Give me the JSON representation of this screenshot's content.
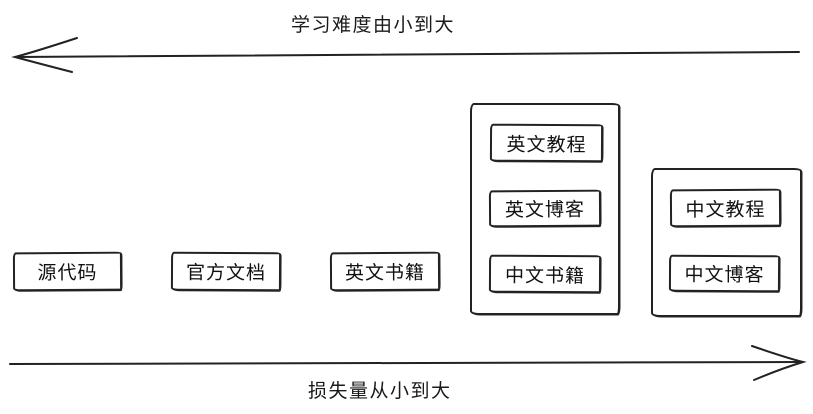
{
  "diagram": {
    "colors": {
      "stroke": "#222222",
      "background": "#ffffff",
      "text": "#111111"
    },
    "top_axis": {
      "label": "学习难度由小到大",
      "direction": "left"
    },
    "bottom_axis": {
      "label": "损失量从小到大",
      "direction": "right"
    },
    "standalone_boxes": [
      {
        "label": "源代码"
      },
      {
        "label": "官方文档"
      },
      {
        "label": "英文书籍"
      }
    ],
    "groups": [
      {
        "children": [
          {
            "label": "英文教程"
          },
          {
            "label": "英文博客"
          },
          {
            "label": "中文书籍"
          }
        ]
      },
      {
        "children": [
          {
            "label": "中文教程"
          },
          {
            "label": "中文博客"
          }
        ]
      }
    ]
  }
}
